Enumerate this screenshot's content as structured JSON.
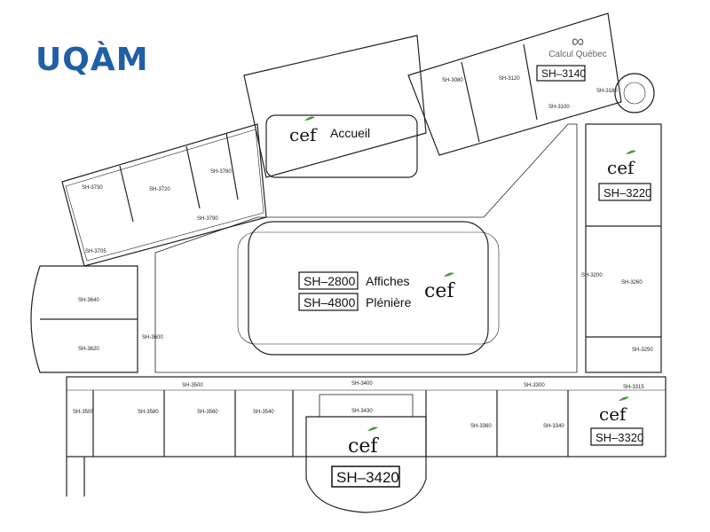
{
  "logo": {
    "text": "UQÀM",
    "color": "#1f5fa6"
  },
  "partner": {
    "icon": "infinity-icon",
    "name": "Calcul Québec"
  },
  "cef_mark": "cef",
  "highlights": {
    "accueil": "Accueil",
    "sh3140": "SH–3140",
    "sh3220": "SH–3220",
    "sh2800": "SH–2800",
    "affiches": "Affiches",
    "sh4800": "SH–4800",
    "pleniere": "Plénière",
    "sh3320": "SH–3320",
    "sh3420": "SH–3420"
  },
  "room_labels": {
    "r3730": "SH-3730",
    "r3720": "SH-3720",
    "r3760": "SH-3760",
    "r3790": "SH-3790",
    "r3705": "SH-3705",
    "r3640": "SH-3640",
    "r3620": "SH-3620",
    "r3600": "SH-3600",
    "r3505": "SH-3505",
    "r3580": "SH-3580",
    "r3560": "SH-3560",
    "r3540": "SH-3540",
    "r3500": "SH-3500",
    "r3400": "SH-3400",
    "r3430": "SH-3430",
    "r3360": "SH-3360",
    "r3340": "SH-3340",
    "r3300": "SH-3300",
    "r3315": "SH-3315",
    "r3200": "SH-3200",
    "r3260": "SH-3260",
    "r3250": "SH-3250",
    "r3120": "SH-3120",
    "r3100": "SH-3100",
    "r3080": "SH-3080",
    "r3180": "SH-3180"
  },
  "colors": {
    "line": "#222222",
    "leaf": "#4a9a3a",
    "frame": "#111111"
  }
}
